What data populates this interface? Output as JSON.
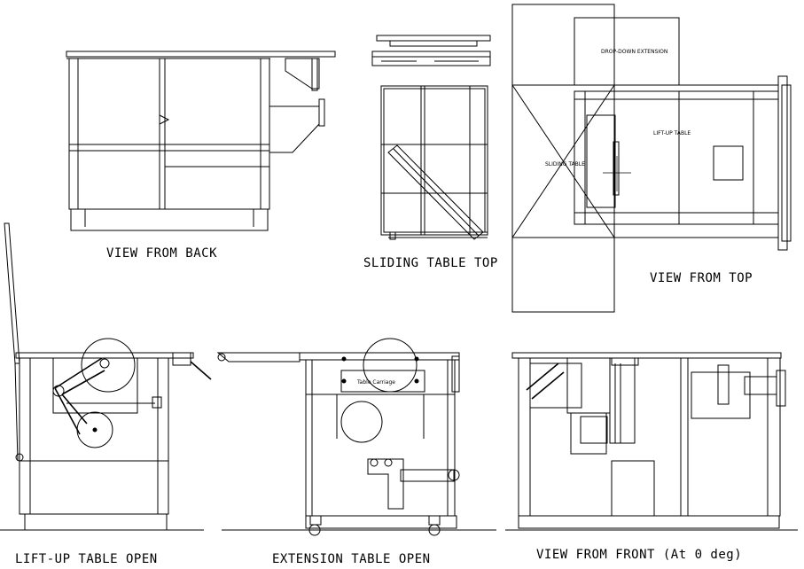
{
  "views": {
    "back": "VIEW FROM BACK",
    "sliding_top": "SLIDING TABLE TOP",
    "top": "VIEW FROM TOP",
    "liftup_open": "LIFT-UP TABLE OPEN",
    "extension_open": "EXTENSION TABLE OPEN",
    "front": "VIEW FROM FRONT (At 0 deg)"
  },
  "labels": {
    "dropdown": "DROP-DOWN EXTENSION",
    "liftup": "LIFT-UP TABLE",
    "sliding": "SLIDING TABLE",
    "carriage": "Table Carriage"
  }
}
